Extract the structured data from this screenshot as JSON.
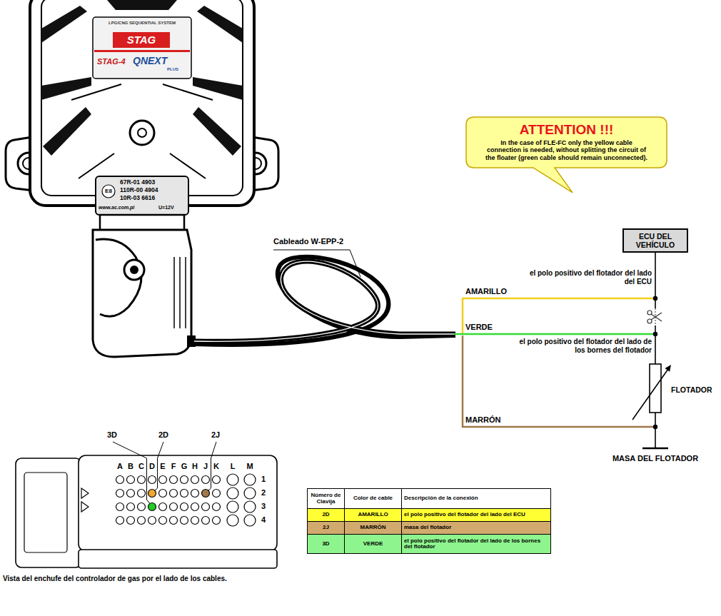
{
  "diagram": {
    "caption": "Vista del enchufe del controlador de gas por el lado de los cables.",
    "nodes": [
      {
        "text": [
          "ATTENTION !!!",
          "In the case of FLE-FC only the yellow cable connection is needed, without splitting the circuit of the floater (green cable should remain unconnected)."
        ]
      },
      {
        "text": [
          "ECU DEL VEHÍCULO"
        ]
      }
    ],
    "labels": [
      "LPG/CNG SEQUENTIAL SYSTEM",
      "STAG",
      "STAG-4",
      "QNEXT",
      "PLUS",
      "E8",
      "67R-01 4903",
      "110R-00 4904",
      "10R-03 6616",
      "www.ac.com.pl",
      "U=12V",
      "Cableado W-EPP-2",
      "AMARILLO",
      "el polo positivo del flotador del lado del ECU",
      "VERDE",
      "el polo positivo del flotador del lado de los bornes del flotador",
      "FLOTADOR",
      "MARRÓN",
      "MASA DEL FLOTADOR",
      "3D",
      "2D",
      "2J",
      "A",
      "B",
      "C",
      "D",
      "E",
      "F",
      "G",
      "H",
      "J",
      "K",
      "L",
      "M",
      "1",
      "2",
      "3",
      "4",
      "Número de Clavija",
      "Color de cable",
      "Descripción de la conexión",
      "2D",
      "AMARILLO",
      "el polo positivo del flotador del lado del ECU",
      "2J",
      "MARRÓN",
      "masa del flotador",
      "3D",
      "VERDE",
      "el polo positivo del flotador del lado de los bornes del flotador"
    ]
  }
}
